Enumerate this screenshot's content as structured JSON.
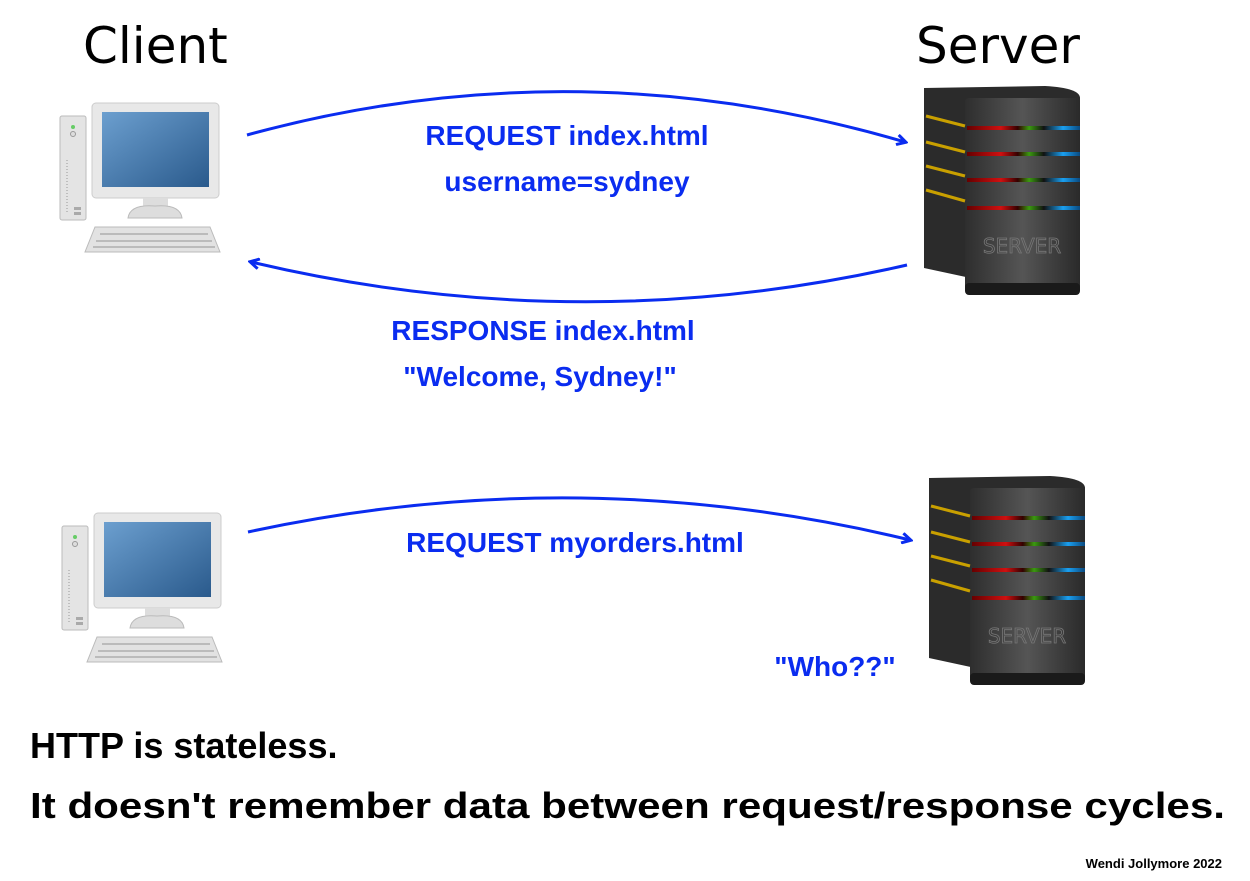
{
  "titles": {
    "client": "Client",
    "server": "Server"
  },
  "exchange1": {
    "request_line1": "REQUEST index.html",
    "request_line2": "username=sydney",
    "response_line1": "RESPONSE index.html",
    "response_line2": "\"Welcome, Sydney!\""
  },
  "exchange2": {
    "request_line1": "REQUEST myorders.html",
    "server_reply": "\"Who??\""
  },
  "server_icon_label": "SERVER",
  "conclusion": {
    "line1": "HTTP is stateless.",
    "line2": "It doesn't remember data between request/response cycles."
  },
  "credit": "Wendi Jollymore 2022",
  "colors": {
    "arrow": "#0a2cf0",
    "text": "#000000"
  }
}
